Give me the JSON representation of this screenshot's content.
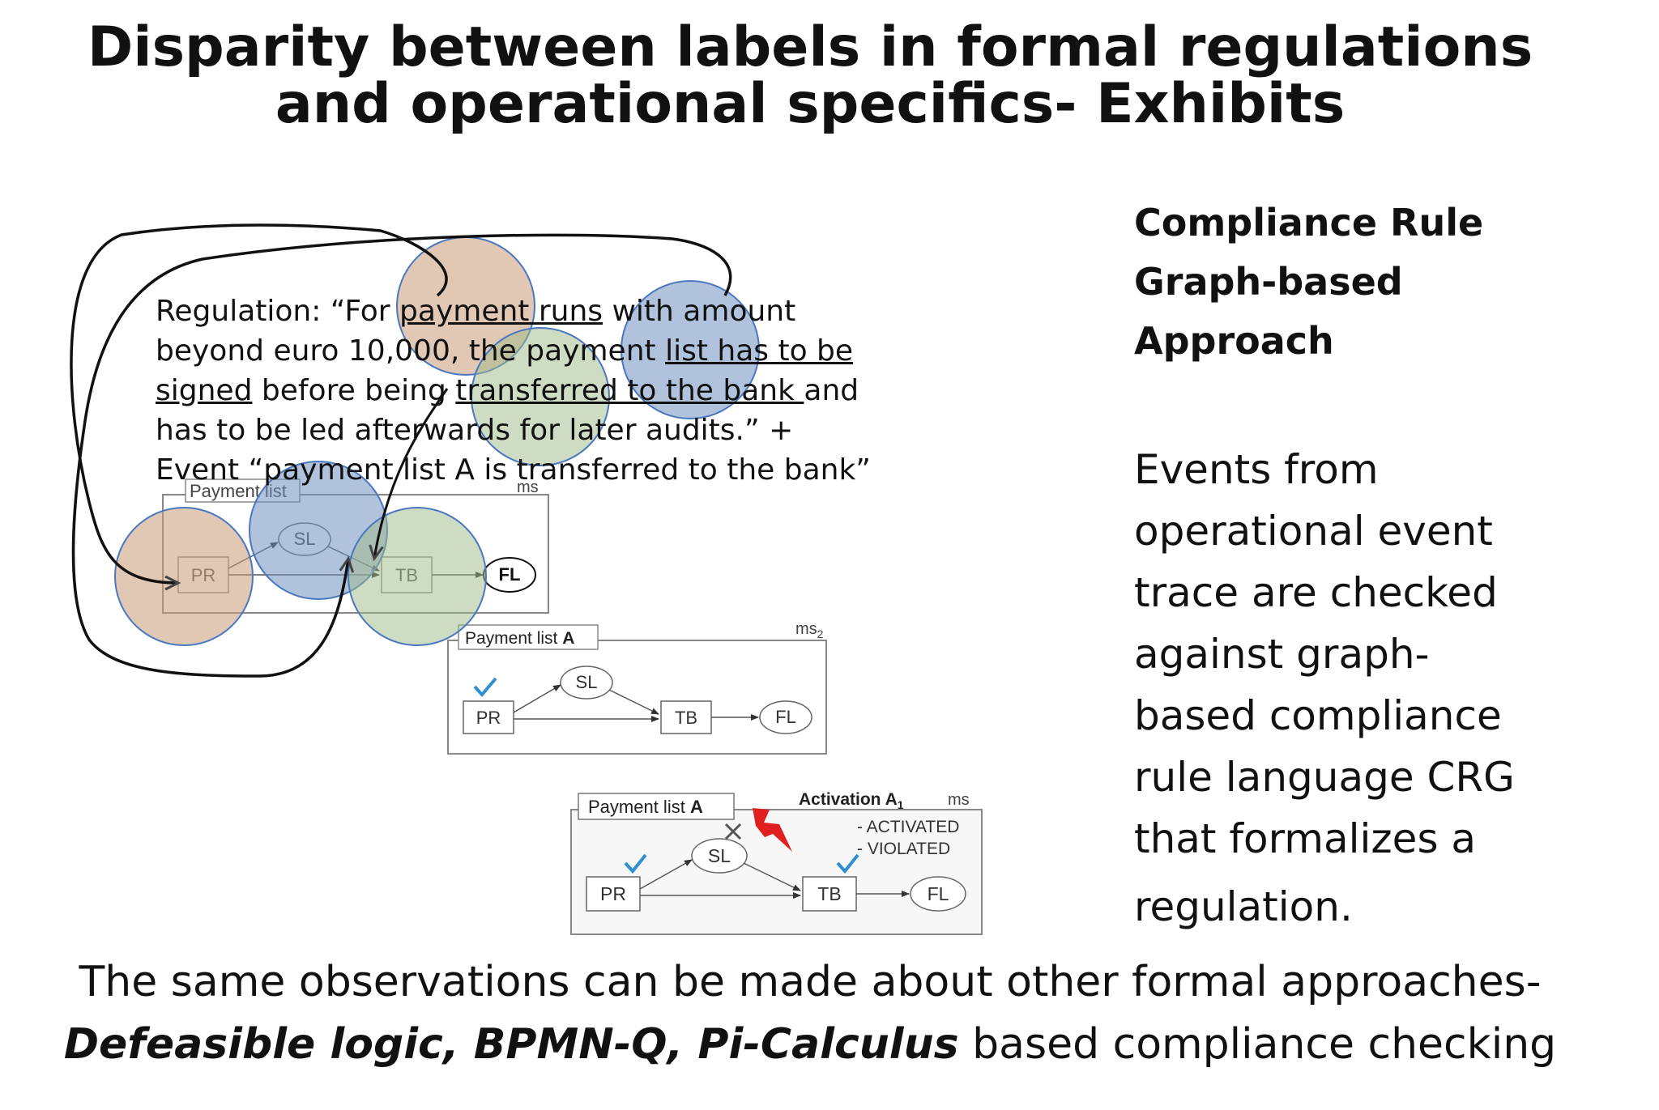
{
  "title": {
    "line1": "Disparity between labels in formal regulations",
    "line2": "and operational specifics- Exhibits"
  },
  "sidebar": {
    "heading_lines": [
      "Compliance Rule",
      "Graph-based",
      "Approach"
    ],
    "body_lines": [
      "Events from",
      "operational event",
      "trace are checked",
      "against graph-",
      "based compliance",
      "rule language CRG",
      "that formalizes a",
      "regulation."
    ]
  },
  "regulation": {
    "line1_a": "Regulation: “For ",
    "line1_u": "payment runs",
    "line1_b": " with amount",
    "line2_a": "beyond euro 10,000, the payment ",
    "line2_u": "list has to be",
    "line3_u1": "signed",
    "line3_a": " before being ",
    "line3_u2": "transferred to the bank ",
    "line3_b": "and",
    "line4": "has to be led afterwards for later audits.” +",
    "line5": "Event “payment list A is transferred to the bank”"
  },
  "diagram1": {
    "frame_label": "Payment list",
    "ms_label": "ms",
    "nodes": [
      "PR",
      "SL",
      "TB",
      "FL"
    ]
  },
  "diagram2": {
    "frame_label": "Payment list ",
    "frame_label_bold": "A",
    "ms_label": "ms",
    "ms_sub": "2",
    "nodes": [
      "PR",
      "SL",
      "TB",
      "FL"
    ]
  },
  "diagram3": {
    "frame_label": "Payment list ",
    "frame_label_bold": "A",
    "activation_label": "Activation A",
    "activation_sub": "1",
    "ms_label": "ms",
    "status_lines": [
      "- ACTIVATED",
      "- VIOLATED"
    ],
    "nodes": [
      "PR",
      "SL",
      "TB",
      "FL"
    ]
  },
  "bottom": {
    "line1": "The same observations can be made about other formal approaches-",
    "line2_bold": "Defeasible logic, BPMN-Q, Pi-Calculus",
    "line2_rest": " based compliance checking"
  },
  "colors": {
    "circle_orange": "#c99a79",
    "circle_blue": "#6f8fbf",
    "circle_green": "#9fb98a",
    "check_blue": "#2f8fd0",
    "bolt_red": "#e02020"
  }
}
